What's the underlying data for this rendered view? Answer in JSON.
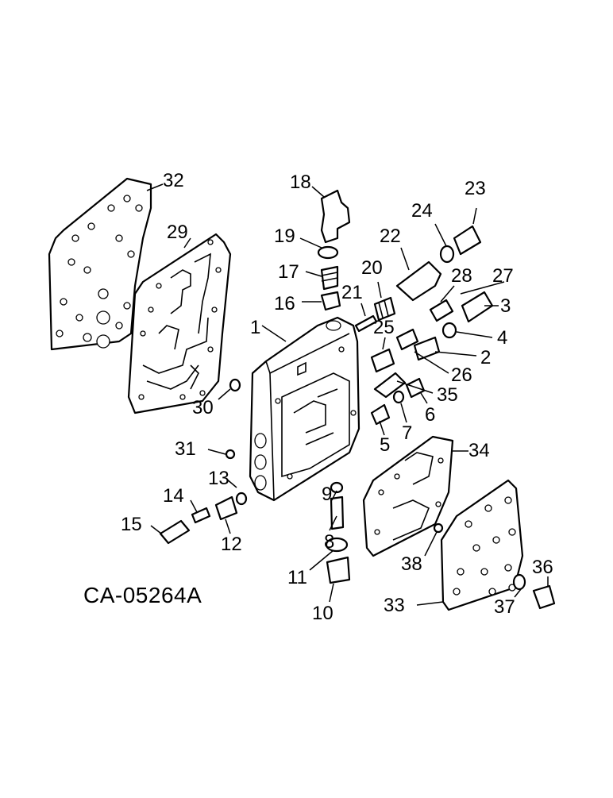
{
  "diagram": {
    "figure_id": "CA-05264A",
    "callouts": [
      "1",
      "2",
      "3",
      "4",
      "5",
      "6",
      "7",
      "8",
      "9",
      "10",
      "11",
      "12",
      "13",
      "14",
      "15",
      "16",
      "17",
      "18",
      "19",
      "20",
      "21",
      "22",
      "23",
      "24",
      "25",
      "26",
      "27",
      "28",
      "29",
      "30",
      "31",
      "32",
      "33",
      "34",
      "35",
      "36",
      "37",
      "38"
    ]
  }
}
